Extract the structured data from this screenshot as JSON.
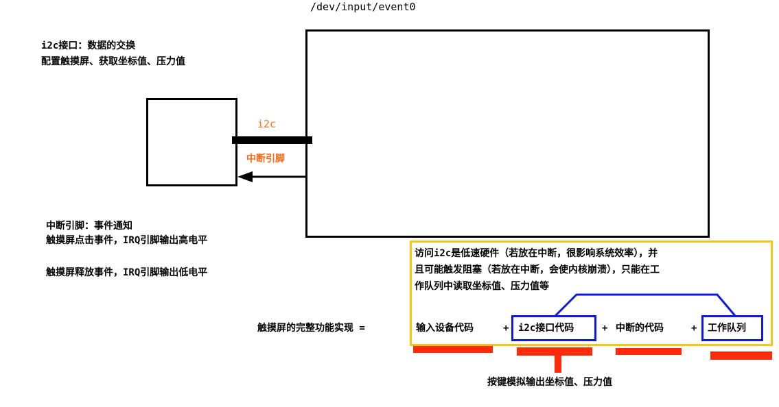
{
  "device_path": "/dev/input/event0",
  "i2c_notes": [
    "i2c接口：数据的交换",
    "配置触摸屏、获取坐标值、压力值"
  ],
  "labels": {
    "i2c": "i2c",
    "irq": "中断引脚"
  },
  "irq_notes": [
    "中断引脚：事件通知",
    "触摸屏点击事件，IRQ引脚输出高电平",
    "触摸屏释放事件，IRQ引脚输出低电平"
  ],
  "yellow_note": [
    "访问i2c是低速硬件（若放在中断，很影响系统效率），并",
    "且可能触发阻塞（若放在中断，会使内核崩溃），只能在工",
    "作队列中读取坐标值、压力值等"
  ],
  "formula": {
    "lhs": "触摸屏的完整功能实现 =",
    "terms": [
      "输入设备代码",
      "i2c接口代码",
      "中断的代码",
      "工作队列"
    ],
    "plus": "+"
  },
  "bottom_note": "按键模拟输出坐标值、压力值",
  "colors": {
    "red": "#ff2a0a",
    "blue": "#1018e0",
    "yellow": "#f5c518",
    "orange": "#ff6a1a"
  }
}
